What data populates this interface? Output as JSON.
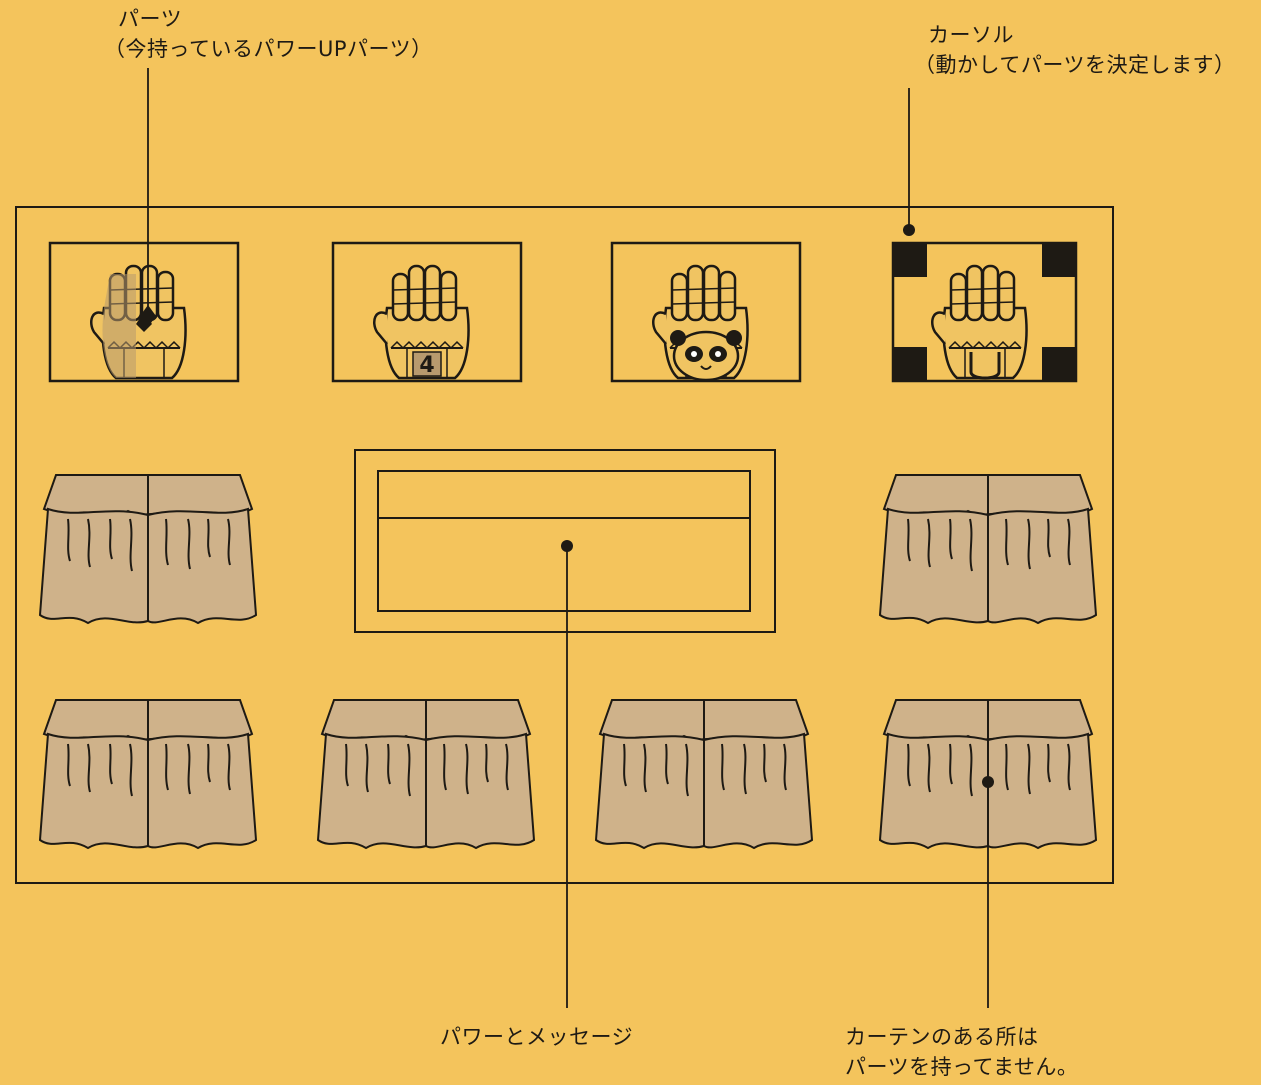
{
  "callouts": {
    "parts": {
      "line1": "パーツ",
      "line2": "（今持っているパワーUPパーツ）"
    },
    "cursor": {
      "line1": "カーソル",
      "line2": "（動かしてパーツを決定します）"
    },
    "message": {
      "line1": "パワーとメッセージ"
    },
    "curtain": {
      "line1": "カーテンのある所は",
      "line2": "パーツを持ってません。"
    }
  },
  "slots": [
    {
      "content": "glove",
      "emblem": "",
      "selected": false
    },
    {
      "content": "glove",
      "emblem": "4",
      "selected": false
    },
    {
      "content": "glove",
      "emblem": "panda-face",
      "selected": false
    },
    {
      "content": "glove",
      "emblem": "U",
      "selected": true
    },
    {
      "content": "curtain",
      "emblem": "",
      "selected": false
    },
    {
      "content": "curtain",
      "emblem": "",
      "selected": false
    },
    {
      "content": "curtain",
      "emblem": "",
      "selected": false
    },
    {
      "content": "curtain",
      "emblem": "",
      "selected": false
    },
    {
      "content": "curtain",
      "emblem": "",
      "selected": false
    },
    {
      "content": "curtain",
      "emblem": "",
      "selected": false
    }
  ],
  "colors": {
    "background": "#f4c45c",
    "ink": "#1e1a14",
    "curtain": "#cfb28a",
    "glove": "#f0c462",
    "glove_shade": "#b89a6e"
  }
}
